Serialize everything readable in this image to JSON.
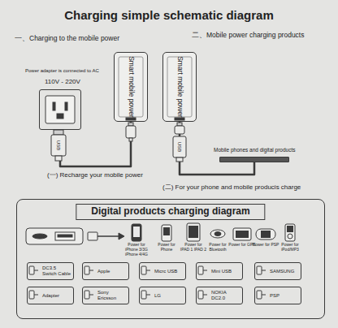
{
  "diagram": {
    "title": "Charging simple schematic diagram",
    "nodes": [
      {
        "text": [
          "Power adapter is connected to AC",
          "110V - 220V"
        ]
      },
      {
        "text": [
          "Smart mobile power"
        ]
      },
      {
        "text": [
          "Smart mobile power"
        ]
      },
      {
        "text": [
          "Mobile phones and digital products"
        ]
      },
      {
        "text": [
          "Digital products charging diagram"
        ]
      },
      {
        "text": [
          "DC3.5 Switch Cable"
        ],
        "in": 4
      },
      {
        "text": [
          "Apple"
        ],
        "in": 4
      },
      {
        "text": [
          "Micrc USB"
        ],
        "in": 4
      },
      {
        "text": [
          "Mini USB"
        ],
        "in": 4
      },
      {
        "text": [
          "SAMSUNG"
        ],
        "in": 4
      },
      {
        "text": [
          "Adapter"
        ],
        "in": 4
      },
      {
        "text": [
          "Sony Ericsson"
        ],
        "in": 4
      },
      {
        "text": [
          "LG"
        ],
        "in": 4
      },
      {
        "text": [
          "NOKIA DC2.0"
        ],
        "in": 4
      },
      {
        "text": [
          "PSP"
        ],
        "in": 4
      }
    ],
    "edges": [
      {
        "from": 0,
        "to": 1,
        "arrow": "none"
      },
      {
        "from": 2,
        "to": 3,
        "arrow": "none"
      }
    ],
    "labels": [
      "一、Charging to the mobile power",
      "二、Mobile power charging products",
      "USB",
      "USB",
      "(一) Recharge your mobile power",
      "(二) For your phone and mobile producis charge",
      "Power for iPhone 3/3G iPhone 4/4G",
      "Power for Phone",
      "Power for IPAD 1 IPAD 2",
      "Power for Bluetooth",
      "Power for GPS",
      "Power for PSP",
      "Power for iPod/MP3"
    ]
  }
}
